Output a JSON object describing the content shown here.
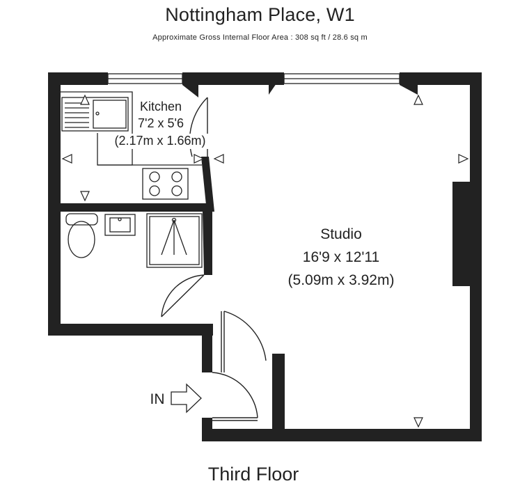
{
  "header": {
    "title": "Nottingham Place, W1",
    "subtitle": "Approximate Gross Internal Floor Area : 308 sq ft / 28.6 sq m"
  },
  "rooms": {
    "kitchen": {
      "name": "Kitchen",
      "imperial": "7'2 x 5'6",
      "metric": "(2.17m x 1.66m)"
    },
    "studio": {
      "name": "Studio",
      "imperial": "16'9 x 12'11",
      "metric": "(5.09m x 3.92m)"
    }
  },
  "entrance": {
    "label": "IN"
  },
  "footer": {
    "floor_label": "Third Floor"
  },
  "colors": {
    "wall": "#222222",
    "fixture": "#222222",
    "background": "#ffffff"
  }
}
